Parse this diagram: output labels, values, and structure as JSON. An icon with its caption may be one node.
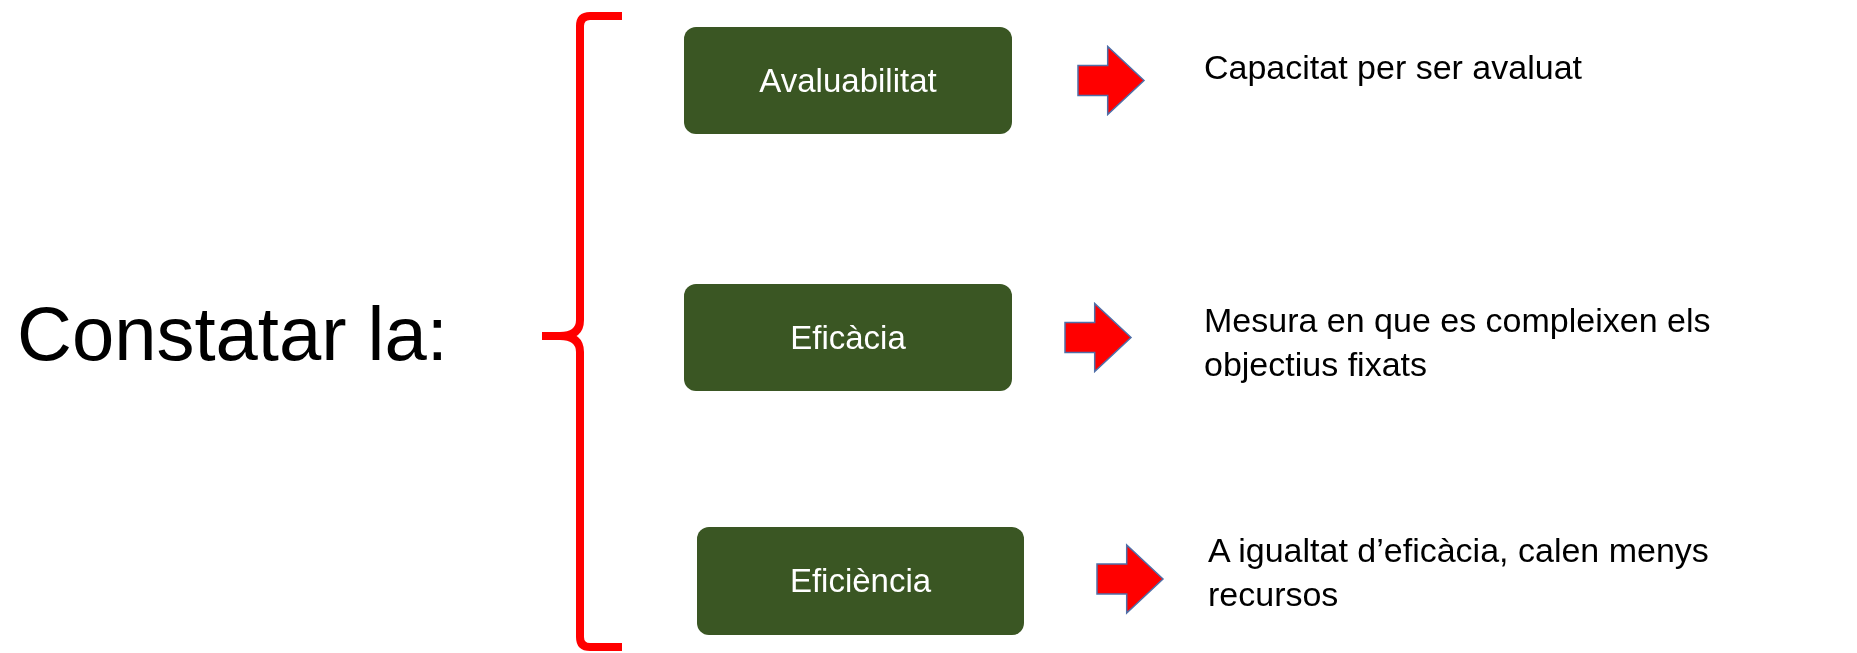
{
  "diagram": {
    "nodes": [
      {
        "text": [
          "Avaluabilitat"
        ]
      },
      {
        "text": [
          "Eficàcia"
        ]
      },
      {
        "text": [
          "Eficiència"
        ]
      },
      {
        "text": [
          "Capacitat per ser avaluat"
        ]
      },
      {
        "text": [
          "Mesura en que es compleixen els objectius fixats"
        ]
      },
      {
        "text": [
          "A igualtat d’eficàcia, calen menys recursos"
        ]
      }
    ],
    "edges": [
      {
        "from": 0,
        "to": 3,
        "arrow": "to",
        "style": "thick",
        "color": "#ff0000"
      },
      {
        "from": 1,
        "to": 4,
        "arrow": "to",
        "style": "thick",
        "color": "#ff0000"
      },
      {
        "from": 2,
        "to": 5,
        "arrow": "to",
        "style": "thick",
        "color": "#ff0000"
      }
    ],
    "labels": [
      "Constatar la:"
    ]
  }
}
